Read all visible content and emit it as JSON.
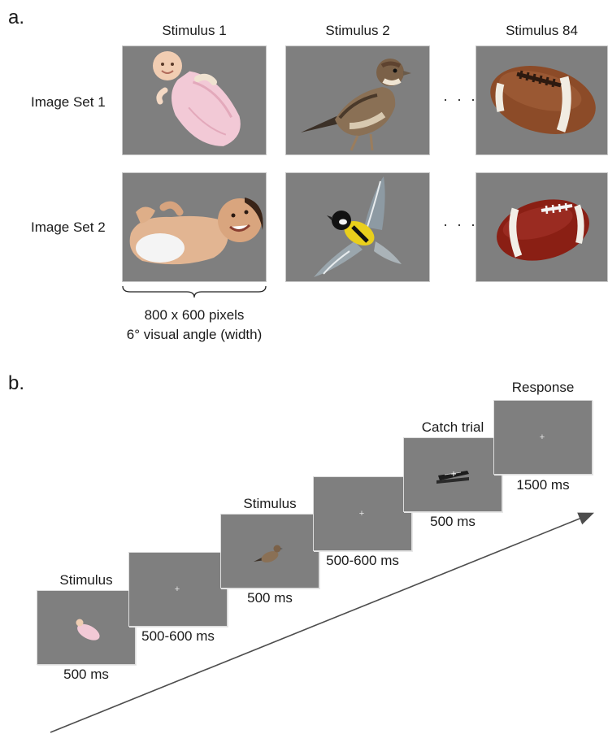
{
  "panel_a": {
    "letter": "a.",
    "columns": [
      "Stimulus 1",
      "Stimulus 2",
      "Stimulus 84"
    ],
    "rows": [
      "Image Set 1",
      "Image Set 2"
    ],
    "ellipsis": "· · ·",
    "size_note_line1": "800 x 600 pixels",
    "size_note_line2": "6° visual angle (width)",
    "images": {
      "set1": [
        "baby-in-pink-sleeper",
        "sparrow",
        "worn-american-football"
      ],
      "set2": [
        "baby-lying-smiling",
        "great-tit-in-flight",
        "red-american-football"
      ]
    }
  },
  "panel_b": {
    "letter": "b.",
    "sequence": [
      {
        "top_label": "Stimulus",
        "bottom_label": "500 ms",
        "content": "baby-image"
      },
      {
        "top_label": "",
        "bottom_label": "500-600 ms",
        "content": "fixation-cross"
      },
      {
        "top_label": "Stimulus",
        "bottom_label": "500 ms",
        "content": "sparrow-image"
      },
      {
        "top_label": "",
        "bottom_label": "500-600 ms",
        "content": "fixation-cross"
      },
      {
        "top_label": "Catch trial",
        "bottom_label": "500 ms",
        "content": "stapler-image"
      },
      {
        "top_label": "Response",
        "bottom_label": "1500 ms",
        "content": "fixation-cross"
      }
    ],
    "fixation_symbol": "+",
    "colors": {
      "screen_gray": "#7f7f7f",
      "arrow": "#4d4d4d"
    }
  }
}
